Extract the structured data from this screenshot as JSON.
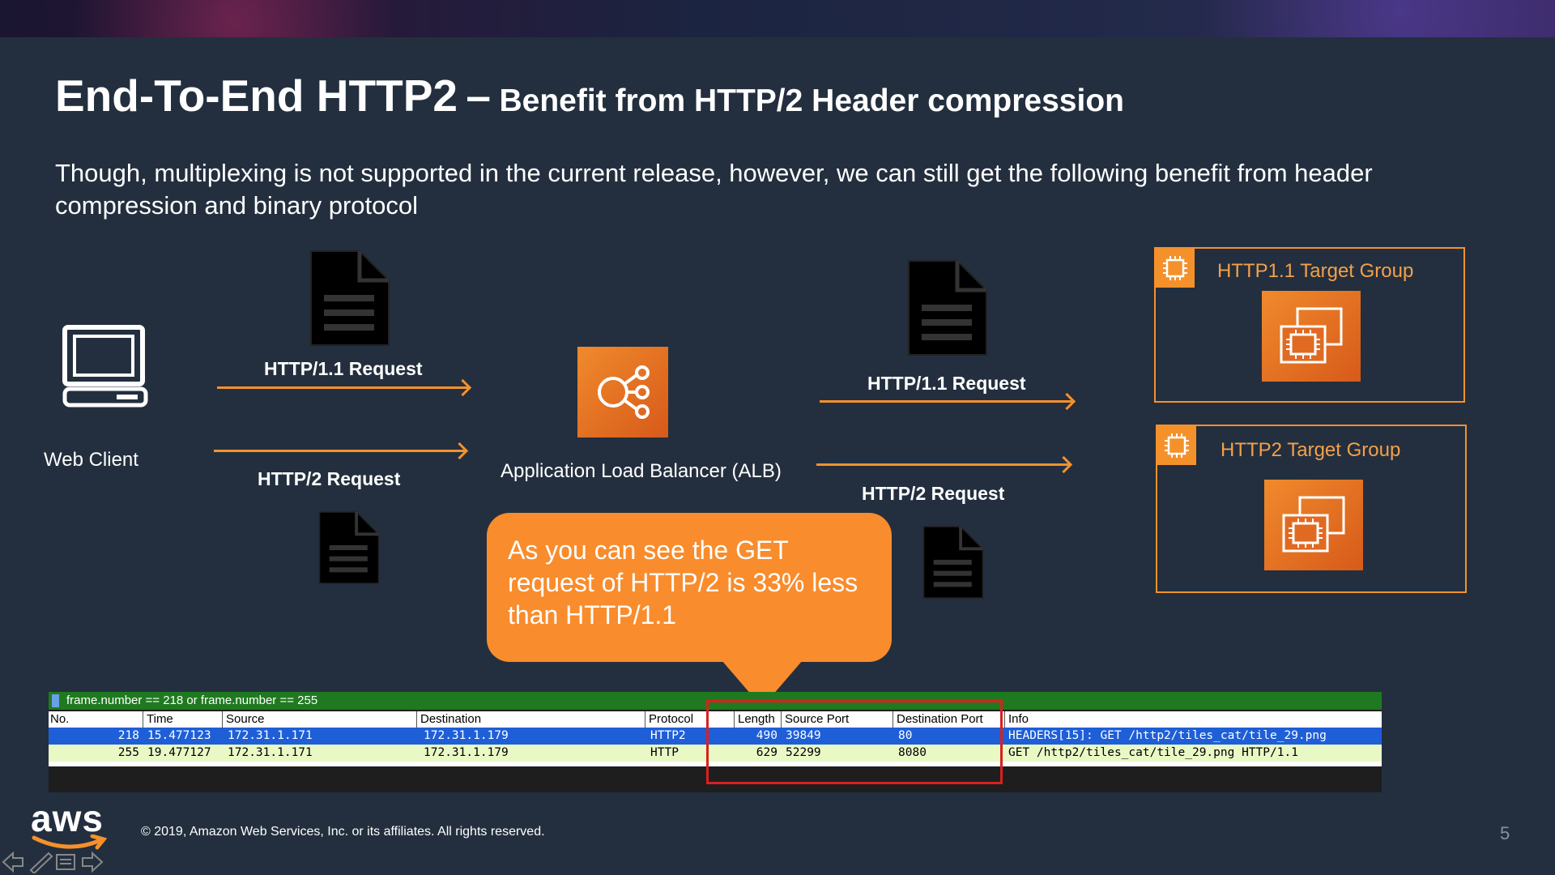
{
  "slide": {
    "title_main": "End-To-End HTTP2",
    "title_dash": "–",
    "title_sub": "Benefit from HTTP/2 Header compression",
    "intro": "Though, multiplexing is not supported in the current release, however, we can still get the following benefit from header compression and binary protocol",
    "page_number": "5",
    "footer": "© 2019, Amazon Web Services, Inc. or its affiliates. All rights reserved.",
    "logo_text": "aws"
  },
  "diagram": {
    "client_label": "Web Client",
    "alb_label": "Application Load Balancer (ALB)",
    "left_http11": "HTTP/1.1 Request",
    "left_http2": "HTTP/2 Request",
    "right_http11": "HTTP/1.1 Request",
    "right_http2": "HTTP/2 Request",
    "tg1_title": "HTTP1.1 Target Group",
    "tg2_title": "HTTP2 Target Group",
    "accent_color": "#f5912b"
  },
  "callout": {
    "text": "As you can see the GET request of HTTP/2 is 33% less than HTTP/1.1"
  },
  "wireshark": {
    "filter": "frame.number == 218 or frame.number == 255",
    "columns": [
      "No.",
      "Time",
      "Source",
      "Destination",
      "Protocol",
      "Length",
      "Source Port",
      "Destination Port",
      "Info"
    ],
    "rows": [
      {
        "no": "218",
        "time": "15.477123",
        "source": "172.31.1.171",
        "destination": "172.31.1.179",
        "protocol": "HTTP2",
        "length": "490",
        "src_port": "39849",
        "dst_port": "80",
        "info": "HEADERS[15]: GET /http2/tiles_cat/tile_29.png"
      },
      {
        "no": "255",
        "time": "19.477127",
        "source": "172.31.1.171",
        "destination": "172.31.1.179",
        "protocol": "HTTP",
        "length": "629",
        "src_port": "52299",
        "dst_port": "8080",
        "info": "GET /http2/tiles_cat/tile_29.png HTTP/1.1"
      }
    ],
    "selected_color": "#1e5fd8",
    "alt_color": "#e9f9c6",
    "highlight_color": "#d92020"
  }
}
